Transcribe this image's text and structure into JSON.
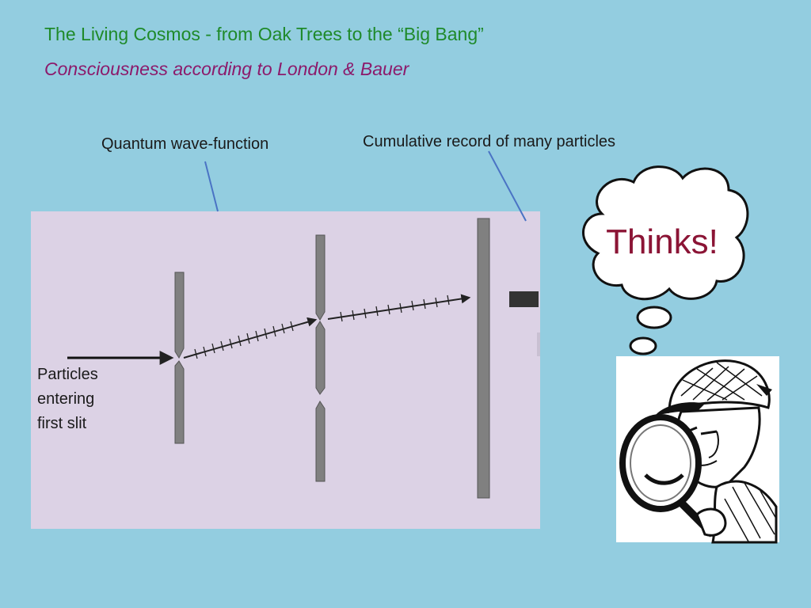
{
  "slide": {
    "title": "The Living Cosmos - from Oak Trees to the “Big Bang”",
    "subtitle": "Consciousness according to London & Bauer"
  },
  "diagram": {
    "label_wave_function": "Quantum wave-function",
    "label_cumulative_record": "Cumulative record of many particles",
    "label_particles_lines": [
      "Particles",
      "entering",
      "first slit"
    ],
    "thought_text": "Thinks!"
  },
  "colors": {
    "background": "#93cde0",
    "title": "#1f8a2a",
    "subtitle": "#8c1a6b",
    "panel": "#dcd2e5",
    "pointer_line": "#4a73c4",
    "thinks_text": "#8b1435"
  }
}
